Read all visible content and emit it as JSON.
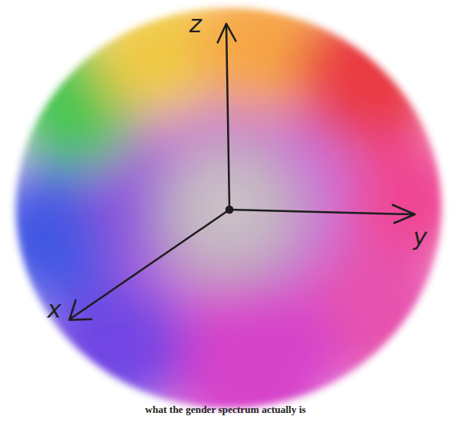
{
  "diagram": {
    "caption": "what the gender spectrum actually is",
    "labels": [
      "z",
      "y",
      "x"
    ]
  }
}
